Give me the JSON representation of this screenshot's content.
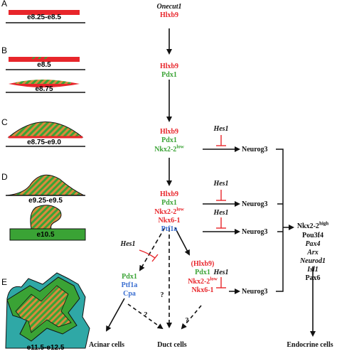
{
  "panels": {
    "a": {
      "letter": "A",
      "stage": "e8.25-e8.5"
    },
    "b": {
      "letter": "B",
      "stage_top": "e8.5",
      "stage_bottom": "e8.75"
    },
    "c": {
      "letter": "C",
      "stage": "e8.75-e9.0"
    },
    "d": {
      "letter": "D",
      "stage_top": "e9.25-e9.5",
      "stage_bottom": "e10.5"
    },
    "e": {
      "letter": "E",
      "stage": "e11.5-e12.5"
    }
  },
  "main_column": {
    "s1": {
      "line1": "Onecut1",
      "line2": "Hlxb9"
    },
    "s2": {
      "line1": "Hlxb9",
      "line2": "Pdx1"
    },
    "s3": {
      "line1": "Hlxb9",
      "line2": "Pdx1",
      "line3_base": "Nkx2-2",
      "line3_sup": "low"
    },
    "s4": {
      "line1": "Hlxb9",
      "line2": "Pdx1",
      "line3_base": "Nkx2-2",
      "line3_sup": "low",
      "line4": "Nkx6-1",
      "line5": "Ptf1a"
    }
  },
  "acinar_branch": {
    "hes1": "Hes1",
    "line1": "Pdx1",
    "line2": "Ptf1a",
    "line3": "Cpa"
  },
  "duct_branch": {
    "line1": "(Hlxb9)",
    "line2": "Pdx1",
    "line3_base": "Nkx2-2",
    "line3_sup": "low",
    "line4": "Nkx6-1"
  },
  "hes1_labels": [
    "Hes1",
    "Hes1",
    "Hes1",
    "Hes1"
  ],
  "neurog3_labels": [
    "Neurog3",
    "Neurog3",
    "Neurog3",
    "Neurog3"
  ],
  "question_marks": [
    "?",
    "?",
    "?"
  ],
  "endocrine_factors": {
    "nkx_base": "Nkx2-2",
    "nkx_sup": "high",
    "pou": "Pou3f4",
    "pax4": "Pax4",
    "arx": "Arx",
    "neurod1": "Neurod1",
    "isl1": "Isl1",
    "pax6": "Pax6"
  },
  "outcomes": {
    "acinar": "Acinar cells",
    "duct": "Duct cells",
    "endocrine": "Endocrine cells"
  },
  "colors": {
    "red": "#e8262b",
    "green": "#3aa335",
    "blue": "#3b6fd1",
    "black": "#111111",
    "stripe_orange": "#d98a3c"
  }
}
